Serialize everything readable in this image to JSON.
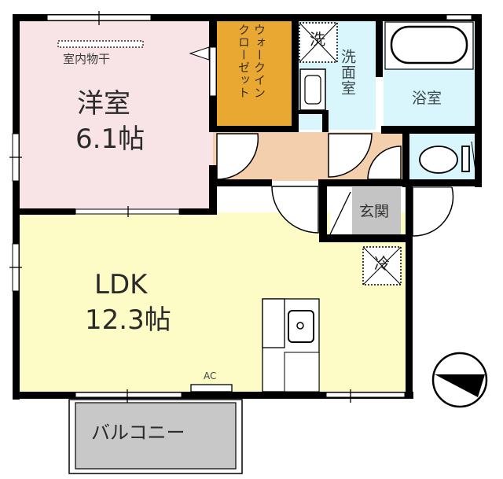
{
  "floor_plan": {
    "colors": {
      "wall": "#000000",
      "western_room": "#f8e4e6",
      "ldk": "#fdfbc6",
      "walk_in_closet": "#e8a832",
      "hallway": "#f4cfae",
      "washroom": "#d8f6fc",
      "bathroom": "#d8f6fc",
      "toilet": "#d8f6fc",
      "entrance": "#c4c4c4",
      "balcony": "#c8c8c8"
    },
    "rooms": {
      "western_room": {
        "name": "洋室",
        "size": "6.1帖"
      },
      "ldk": {
        "name": "LDK",
        "size": "12.3帖"
      },
      "walk_in_closet": {
        "col1": "ウォークイン",
        "col2": "クローゼット"
      },
      "washroom": {
        "name": "洗面室"
      },
      "bathroom": {
        "name": "浴室"
      },
      "entrance": {
        "name": "玄関"
      },
      "balcony": {
        "name": "バルコニー"
      }
    },
    "fixtures": {
      "indoor_drying": "室内物干",
      "washer_symbol": "洗",
      "fridge_symbol": "冷",
      "air_conditioner": "AC"
    },
    "compass": {
      "label": "north-arrow"
    }
  }
}
